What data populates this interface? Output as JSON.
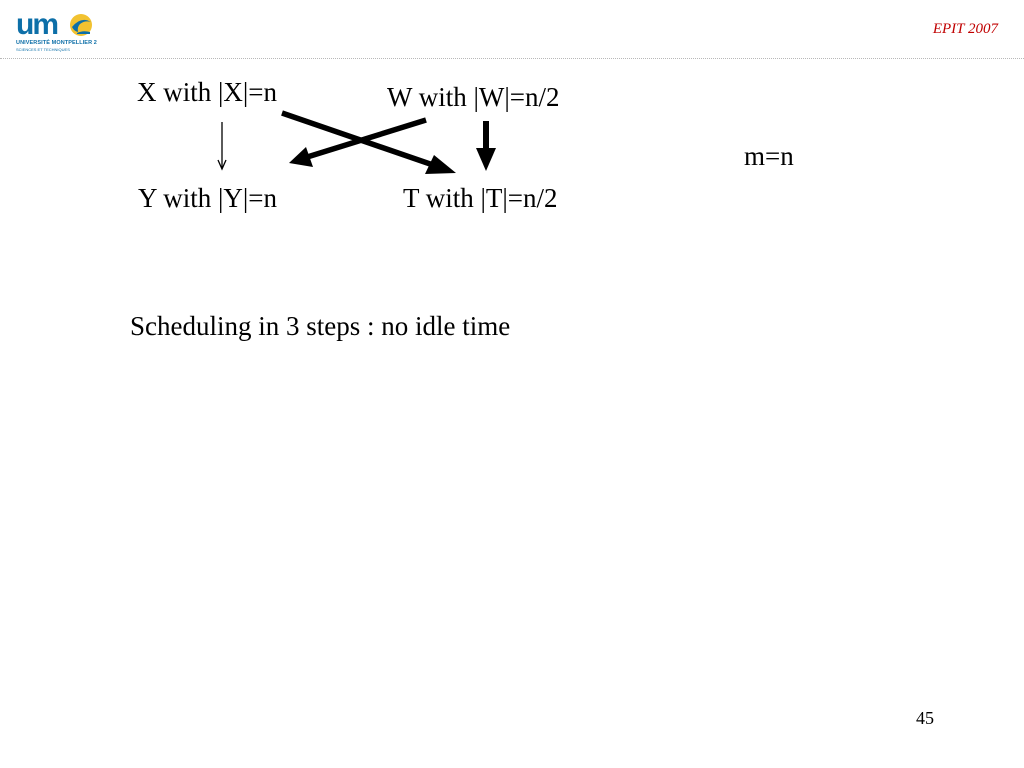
{
  "header": {
    "logo": {
      "wordmark": "um2",
      "line1": "UNIVERSITÉ MONTPELLIER 2",
      "line2": "SCIENCES ET TECHNIQUES"
    },
    "conference_label": "EPIT 2007"
  },
  "diagram": {
    "nodes": {
      "x": "X with |X|=n",
      "w": "W with |W|=n/2",
      "y": "Y with |Y|=n",
      "t": "T with |T|=n/2"
    },
    "edges": [
      {
        "from": "X",
        "to": "Y",
        "style": "thin"
      },
      {
        "from": "X",
        "to": "T",
        "style": "bold"
      },
      {
        "from": "W",
        "to": "Y",
        "style": "bold"
      },
      {
        "from": "W",
        "to": "T",
        "style": "bold"
      }
    ],
    "equation": "m=n"
  },
  "caption": "Scheduling in 3 steps : no idle time",
  "footer": {
    "page_number": "45"
  },
  "colors": {
    "logo_blue": "#0d6fa8",
    "logo_yellow": "#f2c230",
    "conference_red": "#c00000",
    "text": "#000000"
  }
}
